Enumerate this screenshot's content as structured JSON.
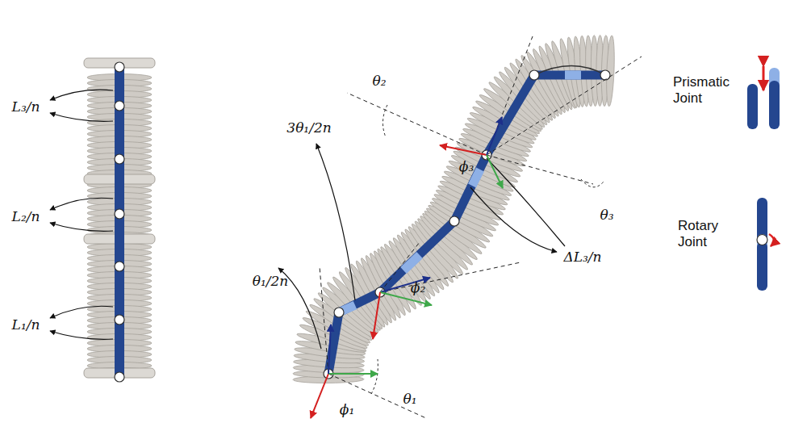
{
  "diagram": {
    "labels": [
      "L₃/n",
      "L₂/n",
      "L₁/n",
      "θ₂",
      "3θ₁/2n",
      "ϕ₃",
      "θ₃",
      "ϕ₂",
      "ΔL₃/n",
      "θ₁/2n",
      "ϕ₁",
      "θ₁"
    ],
    "legend": [
      {
        "text": "Prismatic Joint"
      },
      {
        "text": "Rotary Joint"
      }
    ]
  }
}
